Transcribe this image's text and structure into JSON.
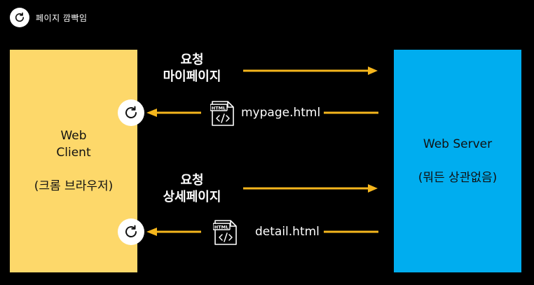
{
  "legend": {
    "icon": "reload-icon",
    "label": "페이지 깜빡임"
  },
  "client": {
    "title_line1": "Web",
    "title_line2": "Client",
    "subtitle": "(크롬 브라우저)"
  },
  "server": {
    "title": "Web Server",
    "subtitle": "(뭐든 상관없음)"
  },
  "flows": [
    {
      "request_line1": "요청",
      "request_line2": "마이페이지",
      "response_file": "mypage.html",
      "file_icon_label": "HTML"
    },
    {
      "request_line1": "요청",
      "request_line2": "상세페이지",
      "response_file": "detail.html",
      "file_icon_label": "HTML"
    }
  ],
  "colors": {
    "background": "#000000",
    "client": "#fdd86a",
    "server": "#00adef",
    "arrow": "#f5b61d",
    "text": "#ffffff"
  }
}
